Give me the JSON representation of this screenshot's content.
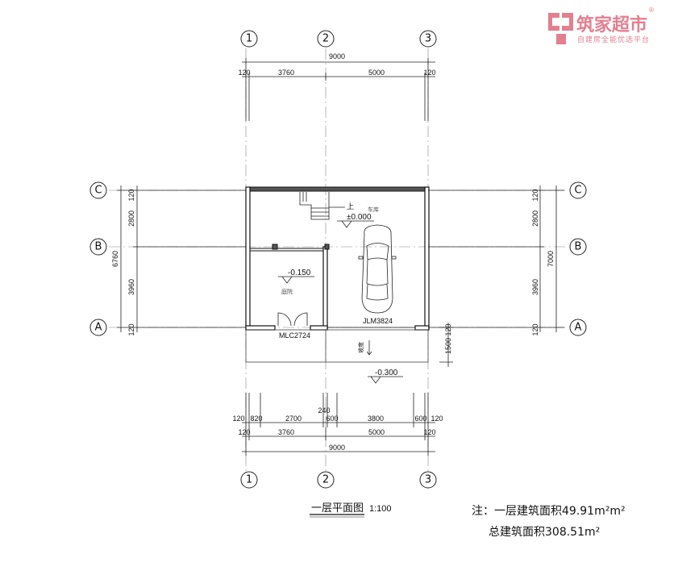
{
  "logo": {
    "brand": "筑家超市",
    "tagline": "自建房全能优选平台",
    "mark": "®"
  },
  "axes": {
    "col_1": "1",
    "col_2": "2",
    "col_3": "3",
    "row_a": "A",
    "row_b": "B",
    "row_c": "C"
  },
  "top_dims": {
    "total": "9000",
    "segments": [
      "120",
      "3760",
      "5000",
      "120"
    ]
  },
  "bottom_dims": {
    "detail": [
      "120",
      "820",
      "2700",
      "240",
      "600",
      "3800",
      "600",
      "120"
    ],
    "segments": [
      "120",
      "3760",
      "5000",
      "120"
    ],
    "total": "9000"
  },
  "left_dims": {
    "segments": [
      "120",
      "2800",
      "3960",
      "120"
    ],
    "total": "6760"
  },
  "right_dims": {
    "segments": [
      "120",
      "2800",
      "3960",
      "120"
    ],
    "total": "7000",
    "porch": [
      "1500",
      "120"
    ]
  },
  "rooms": {
    "garage": "车库",
    "courtyard": "庭院"
  },
  "levels": {
    "garage": "±0.000",
    "courtyard": "-0.150",
    "outside": "-0.300"
  },
  "doors": {
    "mlc": "MLC2724",
    "jlm": "JLM3824"
  },
  "stair": {
    "up": "上"
  },
  "slope_label": "坡度",
  "title": {
    "name": "一层平面图",
    "scale": "1:100"
  },
  "notes": {
    "line1": "注：一层建筑面积49.91m²m²",
    "line2": "总建筑面积308.51m²"
  }
}
